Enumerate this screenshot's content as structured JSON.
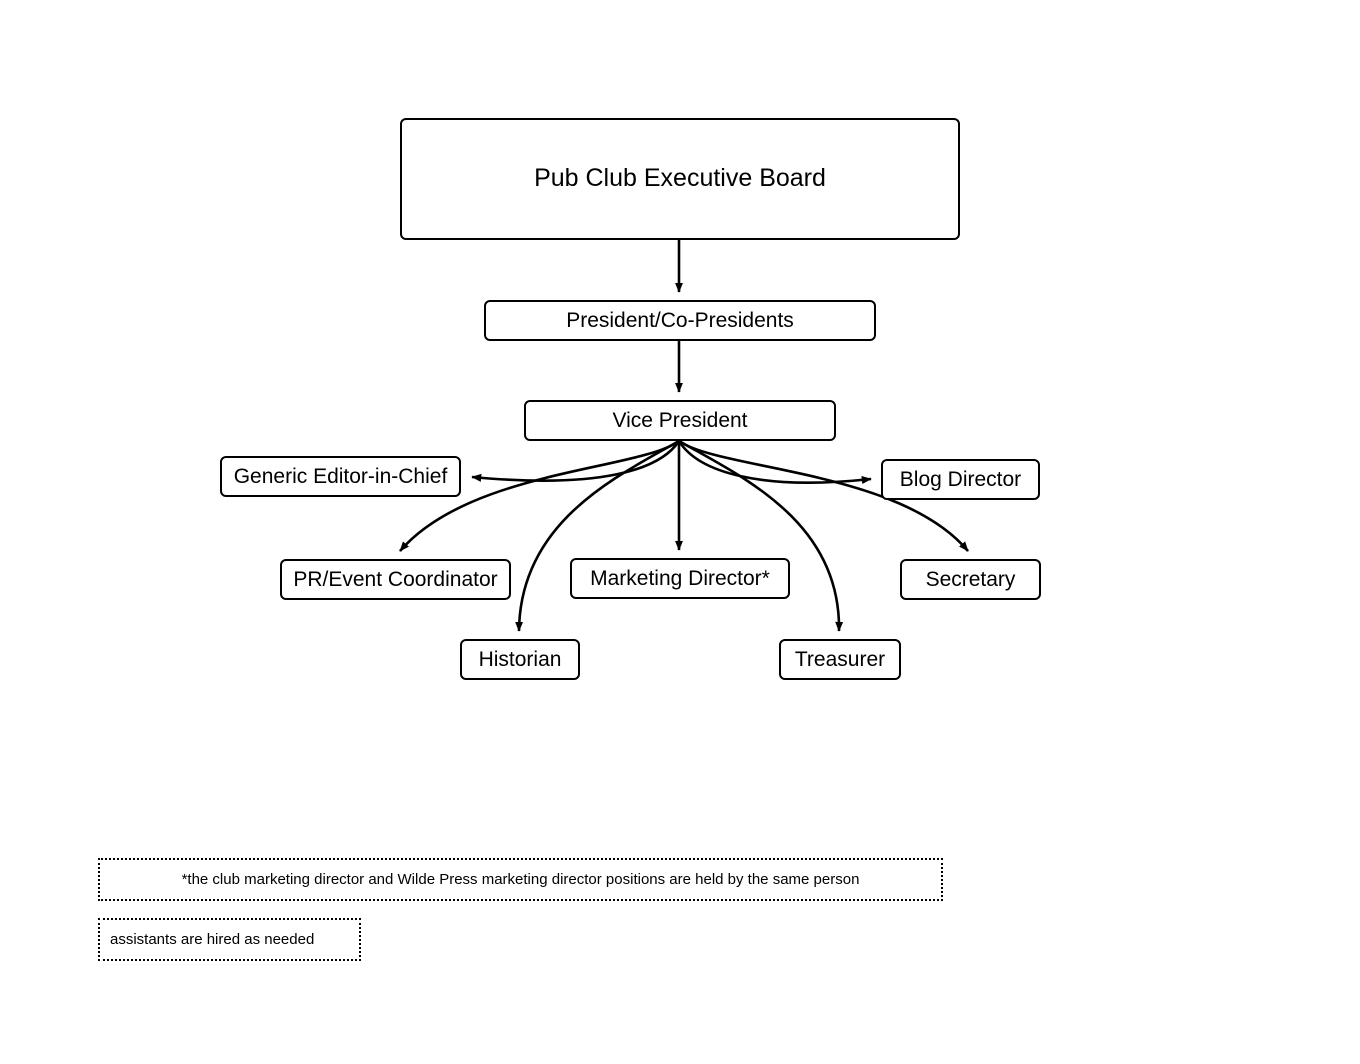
{
  "diagram": {
    "title": "Pub Club Executive Board organizational chart",
    "stroke_color": "#000000",
    "background_color": "#ffffff"
  },
  "nodes": {
    "root": {
      "label": "Pub Club Executive Board"
    },
    "president": {
      "label": "President/Co-Presidents"
    },
    "vice_president": {
      "label": "Vice President"
    },
    "editor_in_chief": {
      "label": "Generic Editor-in-Chief"
    },
    "blog_director": {
      "label": "Blog Director"
    },
    "pr_event_coordinator": {
      "label": "PR/Event Coordinator"
    },
    "marketing_director": {
      "label": "Marketing Director*"
    },
    "secretary": {
      "label": "Secretary"
    },
    "historian": {
      "label": "Historian"
    },
    "treasurer": {
      "label": "Treasurer"
    }
  },
  "edges": [
    {
      "from": "root",
      "to": "president",
      "style": "straight-arrow"
    },
    {
      "from": "president",
      "to": "vice_president",
      "style": "straight-arrow"
    },
    {
      "from": "vice_president",
      "to": "editor_in_chief",
      "style": "curved-arrow"
    },
    {
      "from": "vice_president",
      "to": "blog_director",
      "style": "curved-arrow"
    },
    {
      "from": "vice_president",
      "to": "pr_event_coordinator",
      "style": "curved-arrow"
    },
    {
      "from": "vice_president",
      "to": "marketing_director",
      "style": "straight-arrow"
    },
    {
      "from": "vice_president",
      "to": "secretary",
      "style": "curved-arrow"
    },
    {
      "from": "vice_president",
      "to": "historian",
      "style": "curved-arrow"
    },
    {
      "from": "vice_president",
      "to": "treasurer",
      "style": "curved-arrow"
    }
  ],
  "notes": {
    "marketing_footnote": "*the club marketing director and Wilde Press marketing director positions are held by the same person",
    "assistants_note": "assistants are hired as needed"
  }
}
